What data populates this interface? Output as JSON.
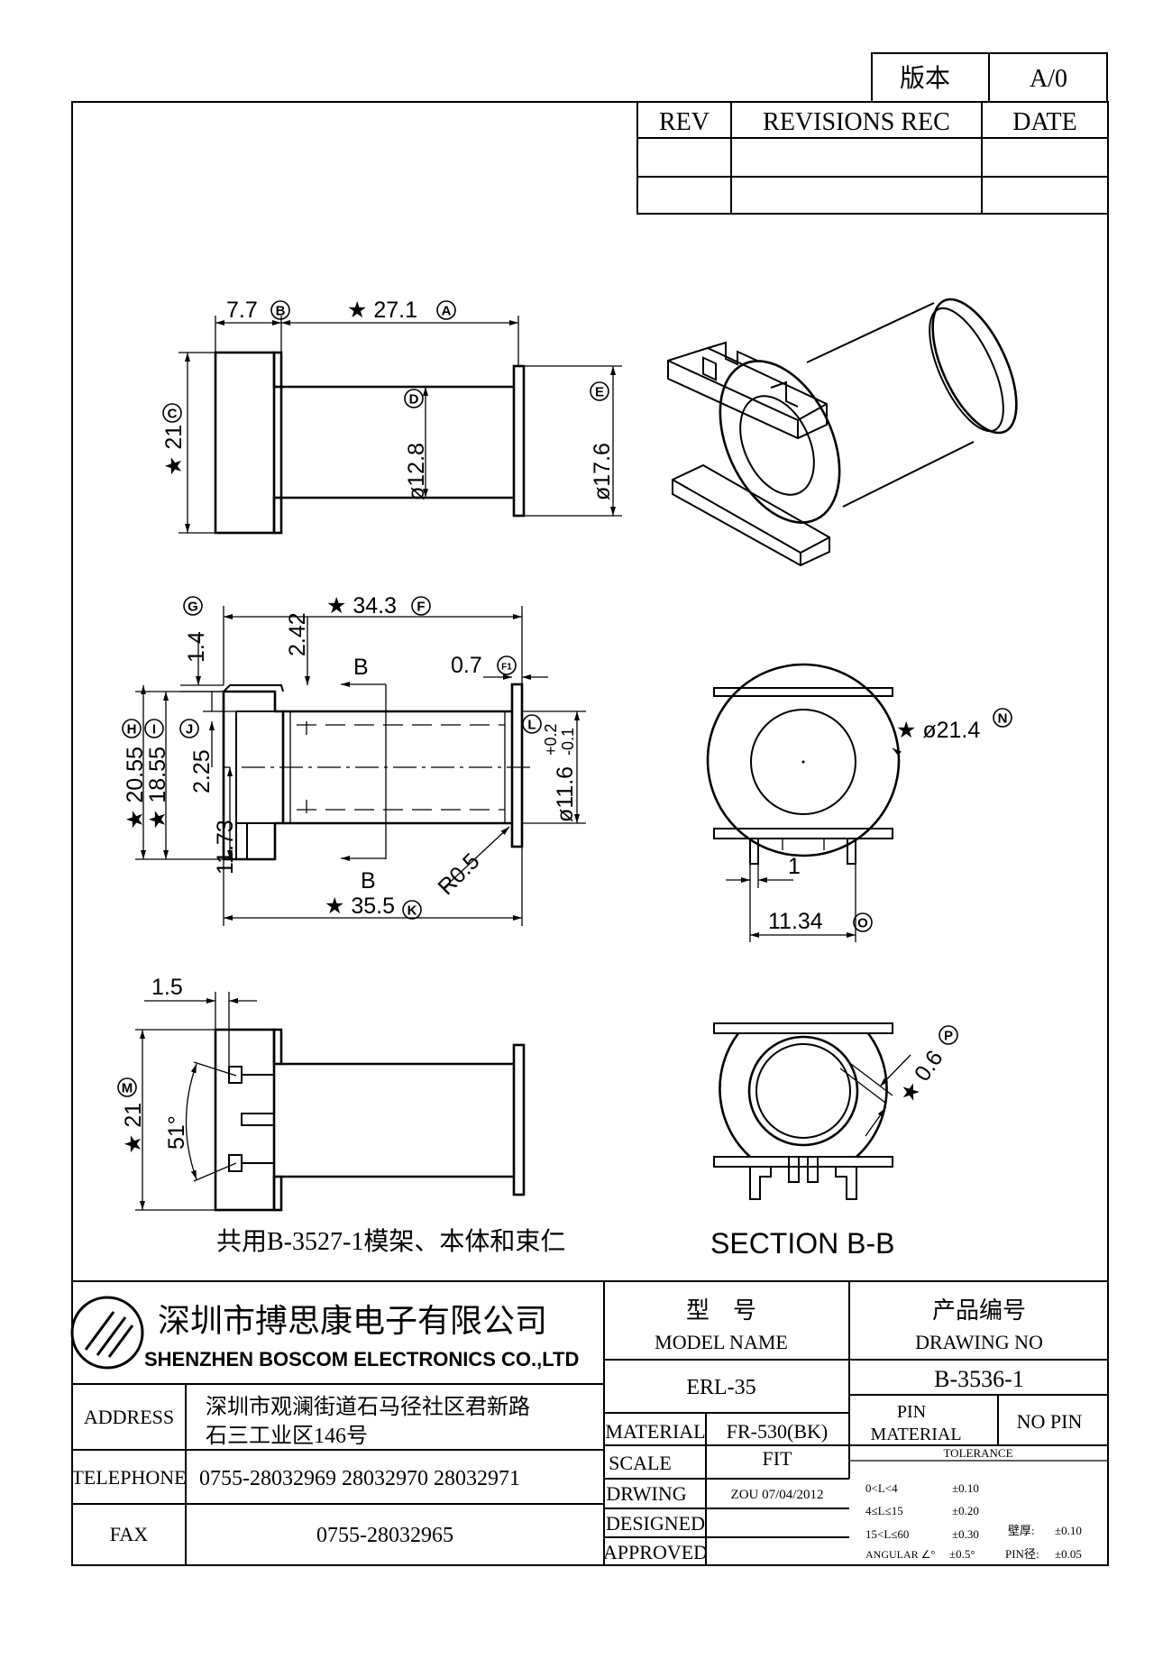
{
  "version_box": {
    "label": "版本",
    "value": "A/0"
  },
  "revision_table": {
    "headers": [
      "REV",
      "REVISIONS REC",
      "DATE"
    ],
    "rows": [
      [
        "",
        "",
        ""
      ],
      [
        "",
        "",
        ""
      ]
    ]
  },
  "dimensions": {
    "top_view": {
      "b": "7.7",
      "a": "★ 27.1",
      "c": "★ 21",
      "d": "ø12.8",
      "e": "ø17.6"
    },
    "side_view": {
      "g": "1.4",
      "f": "★ 34.3",
      "h242": "2.42",
      "f1": "0.7",
      "h": "★ 20.55",
      "i": "★ 18.55",
      "j": "2.25",
      "h173": "11.73",
      "l": "ø11.6",
      "l_tol_plus": "+0.2",
      "l_tol_minus": "-0.1",
      "r": "R0.5",
      "k": "★ 35.5",
      "section": "B"
    },
    "front_view": {
      "n": "★ ø21.4",
      "one": "1",
      "o": "11.34"
    },
    "bottom_view": {
      "w": "1.5",
      "m": "★ 21",
      "angle": "51°"
    },
    "section_view": {
      "p": "★ 0.6"
    }
  },
  "circle_letters": [
    "A",
    "B",
    "C",
    "D",
    "E",
    "F",
    "F1",
    "G",
    "H",
    "I",
    "J",
    "K",
    "L",
    "M",
    "N",
    "O",
    "P"
  ],
  "notes": {
    "shared": "共用B-3527-1模架、本体和束仁",
    "section_label": "SECTION B-B"
  },
  "company": {
    "name_cn": "深圳市搏思康电子有限公司",
    "name_en": "SHENZHEN BOSCOM ELECTRONICS CO.,LTD"
  },
  "contact": {
    "address_label": "ADDRESS",
    "address_line1": "深圳市观澜街道石马径社区君新路",
    "address_line2": "石三工业区146号",
    "telephone_label": "TELEPHONE",
    "telephone": "0755-28032969 28032970 28032971",
    "fax_label": "FAX",
    "fax": "0755-28032965"
  },
  "model": {
    "label_cn": "型    号",
    "label_en": "MODEL NAME",
    "value": "ERL-35"
  },
  "drawing": {
    "label_cn": "产品编号",
    "label_en": "DRAWING NO",
    "value": "B-3536-1"
  },
  "specs": {
    "material_label": "MATERIAL",
    "material": "FR-530(BK)",
    "scale_label": "SCALE",
    "scale": "FIT",
    "drwing_label": "DRWING",
    "drwing": "ZOU 07/04/2012",
    "designed_label": "DESIGNED",
    "designed": "",
    "approved_label": "APPROVED",
    "approved": "",
    "pin_label1": "PIN",
    "pin_label2": "MATERIAL",
    "pin_value": "NO PIN"
  },
  "tolerance": {
    "title": "TOLERANCE",
    "r1_range": "0<L<4",
    "r1_val": "±0.10",
    "r2_range": "4≤L≤15",
    "r2_val": "±0.20",
    "r3_range": "15<L≤60",
    "r3_val": "±0.30",
    "wall_label": "壁厚:",
    "wall_val": "±0.10",
    "r4_range": "ANGULAR ∠°",
    "r4_val": "±0.5°",
    "pin_dia_label": "PIN径:",
    "pin_dia_val": "±0.05"
  }
}
